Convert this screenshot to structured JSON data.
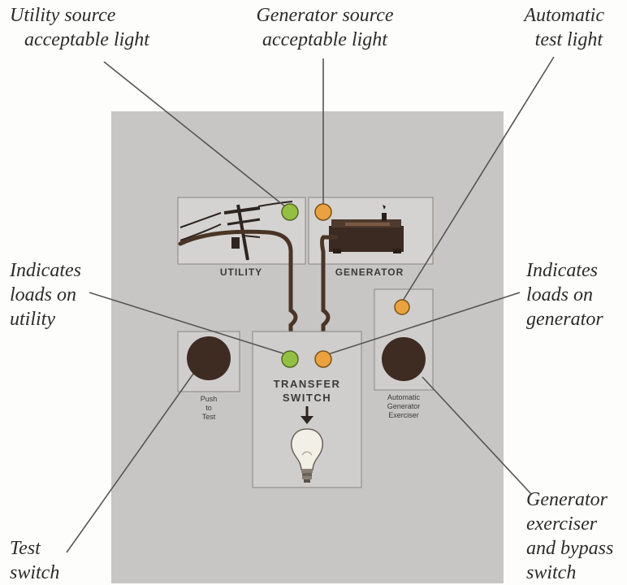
{
  "callouts": {
    "utility_source": [
      "Utility source",
      "acceptable light"
    ],
    "generator_source": [
      "Generator source",
      "acceptable light"
    ],
    "automatic_test": [
      "Automatic",
      "test light"
    ],
    "loads_utility": [
      "Indicates",
      "loads on",
      "utility"
    ],
    "loads_generator": [
      "Indicates",
      "loads on",
      "generator"
    ],
    "test_switch": [
      "Test",
      "switch"
    ],
    "exerciser_switch": [
      "Generator",
      "exerciser",
      "and bypass",
      "switch"
    ]
  },
  "panel": {
    "utility_label": "UTILITY",
    "generator_label": "GENERATOR",
    "transfer_switch": [
      "TRANSFER",
      "SWITCH"
    ],
    "push_to_test": [
      "Push",
      "to",
      "Test"
    ],
    "exerciser_label": [
      "Automatic",
      "Generator",
      "Exerciser"
    ]
  },
  "colors": {
    "panel_bg": "#c7c6c4",
    "green_light": "#93c044",
    "amber_light": "#e9a23f",
    "button": "#3e2b22",
    "wire": "#4a3426",
    "leader": "#555555"
  }
}
